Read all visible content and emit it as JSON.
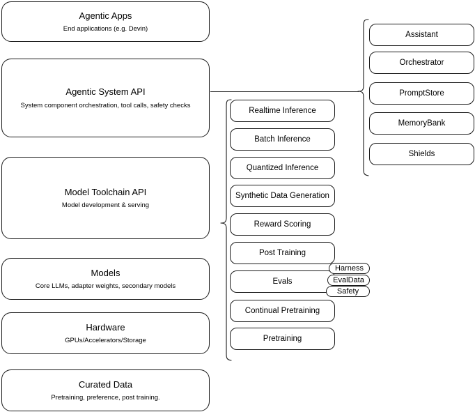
{
  "diagram": {
    "title": "AI Stack Architecture Diagram",
    "background_color": "#ffffff",
    "stroke_color": "#1a1a1a"
  },
  "layers": [
    {
      "id": "agentic-apps",
      "title": "Agentic Apps",
      "subtitle": "End applications (e.g. Devin)"
    },
    {
      "id": "agentic-system-api",
      "title": "Agentic System API",
      "subtitle": "System component orchestration, tool calls, safety checks"
    },
    {
      "id": "model-toolchain-api",
      "title": "Model Toolchain API",
      "subtitle": "Model development & serving"
    },
    {
      "id": "models",
      "title": "Models",
      "subtitle": "Core LLMs, adapter weights, secondary models"
    },
    {
      "id": "hardware",
      "title": "Hardware",
      "subtitle": "GPUs/Accelerators/Storage"
    },
    {
      "id": "curated-data",
      "title": "Curated Data",
      "subtitle": "Pretraining, preference, post training."
    }
  ],
  "toolchain_components": [
    {
      "label": "Realtime Inference"
    },
    {
      "label": "Batch Inference"
    },
    {
      "label": "Quantized Inference"
    },
    {
      "label": "Synthetic Data Generation"
    },
    {
      "label": "Reward Scoring"
    },
    {
      "label": "Post Training"
    },
    {
      "label": "Evals"
    },
    {
      "label": "Continual Pretraining"
    },
    {
      "label": "Pretraining"
    }
  ],
  "evals_tags": [
    {
      "label": "Harness"
    },
    {
      "label": "EvalData"
    },
    {
      "label": "Safety"
    }
  ],
  "system_components": [
    {
      "label": "Assistant"
    },
    {
      "label": "Orchestrator"
    },
    {
      "label": "PromptStore"
    },
    {
      "label": "MemoryBank"
    },
    {
      "label": "Shields"
    }
  ]
}
